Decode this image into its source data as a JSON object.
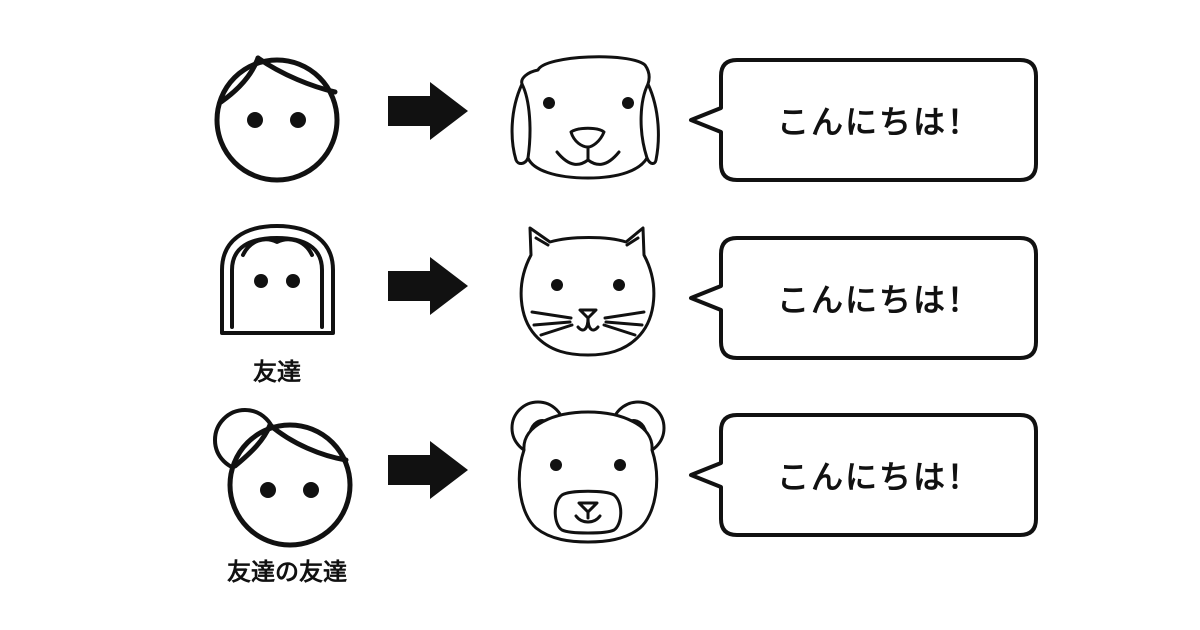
{
  "rows": [
    {
      "speech": "こんにちは！",
      "person_label": ""
    },
    {
      "speech": "こんにちは！",
      "person_label": "友達"
    },
    {
      "speech": "こんにちは！",
      "person_label": "友達の友達"
    }
  ],
  "colors": {
    "stroke": "#111111",
    "background": "#ffffff"
  },
  "icons": [
    "person-icon",
    "arrow-right-icon",
    "dog-icon",
    "cat-icon",
    "bear-icon",
    "speech-bubble-icon"
  ]
}
